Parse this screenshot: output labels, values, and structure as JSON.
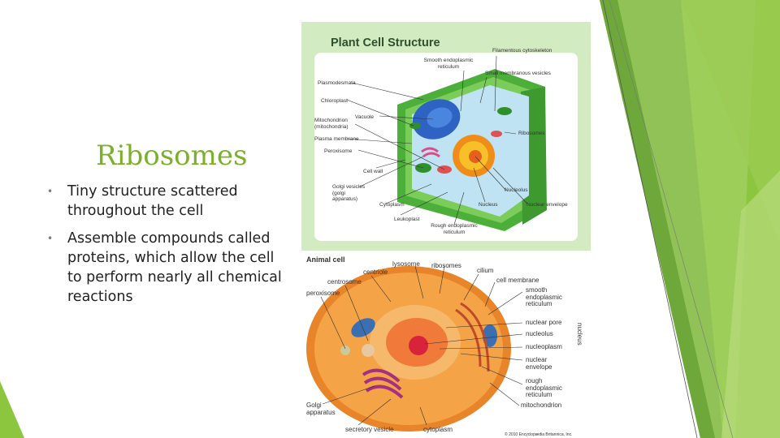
{
  "slide": {
    "title": "Ribosomes",
    "bullets": [
      "Tiny structure scattered throughout the cell",
      "Assemble compounds called proteins, which allow the cell to perform nearly all chemical reactions"
    ],
    "bullet_marker": "•"
  },
  "plant_diagram": {
    "title": "Plant Cell Structure",
    "labels": {
      "filamentous": "Filamentous cytoskeleton",
      "smooth_er": "Smooth endoplasmic reticulum",
      "small_vesicles": "Small membranous vesicles",
      "plasmodesmata": "Plasmodesmata",
      "chloroplast": "Chloroplast",
      "vacuole": "Vacuole",
      "mitochondrion": "Mitochondrion (mitochondria)",
      "plasma_membrane": "Plasma membrane",
      "peroxisome": "Peroxisome",
      "cell_wall": "Cell wall",
      "golgi": "Golgi vesicles (golgi apparatus)",
      "cytoplasm": "Cytoplasm",
      "leukoplast": "Leukoplast",
      "rough_er": "Rough endoplasmic reticulum",
      "nucleus": "Nucleus",
      "nucleolus": "Nucleolus",
      "nuclear_envelope": "Nuclear envelope",
      "ribosomes": "Ribosomes"
    }
  },
  "animal_diagram": {
    "title": "Animal cell",
    "labels": {
      "lysosome": "lysosome",
      "ribosomes": "ribosomes",
      "cilium": "cilium",
      "centriole": "centriole",
      "cell_membrane": "cell membrane",
      "centrosome": "centrosome",
      "smooth_er": "smooth endoplasmic reticulum",
      "peroxisome": "peroxisome",
      "nuclear_pore": "nuclear pore",
      "nucleolus": "nucleolus",
      "nucleoplasm": "nucleoplasm",
      "nuclear_envelope": "nuclear envelope",
      "nucleus": "nucleus",
      "rough_er": "rough endoplasmic reticulum",
      "golgi": "Golgi apparatus",
      "mitochondrion": "mitochondrion",
      "secretory": "secretory vesicle",
      "cytoplasm": "cytoplasm",
      "copyright": "© 2010 Encyclopædia Britannica, Inc."
    }
  },
  "colors": {
    "accent_green": "#7bb02a",
    "panel_green": "#d3ebc0"
  }
}
